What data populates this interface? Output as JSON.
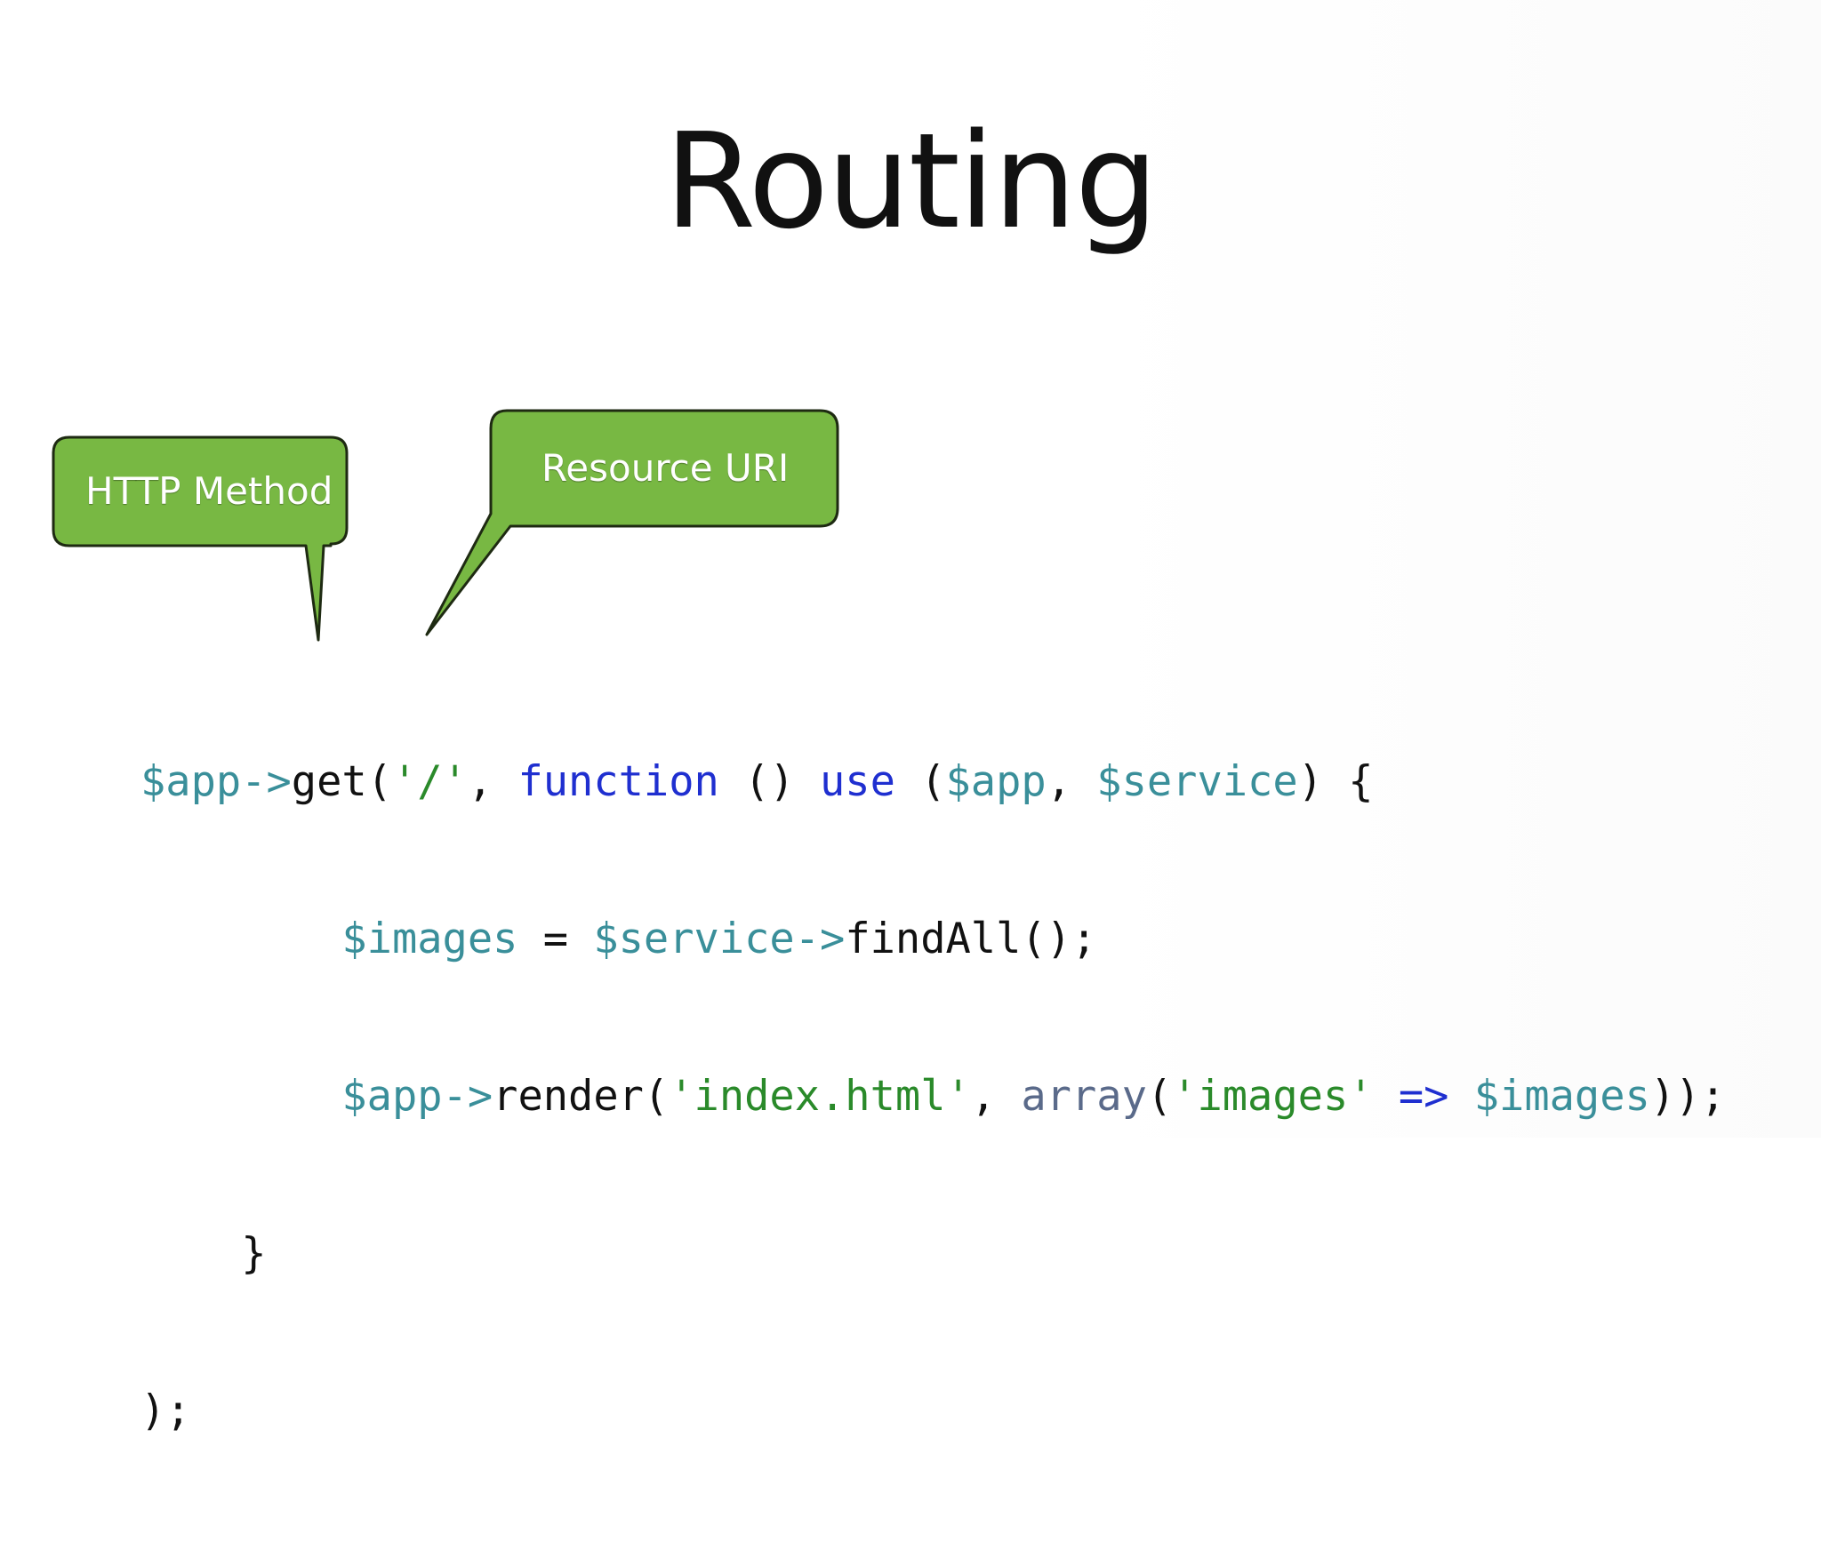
{
  "slide": {
    "title": "Routing",
    "callouts": {
      "http_method": "HTTP Method",
      "resource_uri": "Resource URI"
    },
    "colors": {
      "callout_fill": "#78b843",
      "callout_border": "#1e2a12",
      "variable": "#3a8f9a",
      "keyword": "#1f2fd0",
      "string": "#2a8a2a",
      "builtin": "#5a6a8a"
    },
    "code": {
      "line1": {
        "t1": "$app->",
        "t2": "get(",
        "t3": "'/'",
        "t4": ", ",
        "t5": "function",
        "t6": " () ",
        "t7": "use",
        "t8": " (",
        "t9": "$app",
        "t10": ", ",
        "t11": "$service",
        "t12": ") {"
      },
      "line2": {
        "indent": "        ",
        "t1": "$images",
        "t2": " = ",
        "t3": "$service->",
        "t4": "findAll();"
      },
      "line3": {
        "indent": "        ",
        "t1": "$app->",
        "t2": "render(",
        "t3": "'index.html'",
        "t4": ", ",
        "t5": "array",
        "t6": "(",
        "t7": "'images'",
        "t8": " ",
        "t9": "=>",
        "t10": " ",
        "t11": "$images",
        "t12": "));"
      },
      "line4": {
        "indent": "    ",
        "t1": "}"
      },
      "line5": {
        "t1": ");"
      }
    }
  }
}
